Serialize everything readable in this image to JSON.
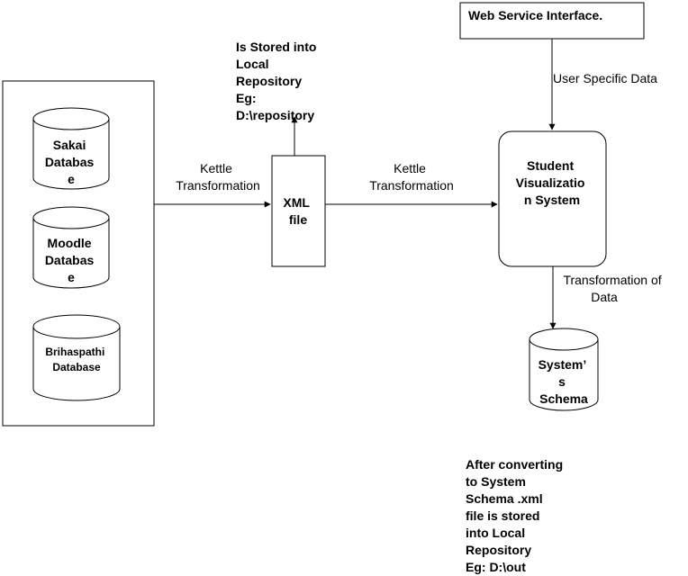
{
  "nodes": {
    "sakai_db": [
      "Sakai",
      "Databas",
      "e"
    ],
    "moodle_db": [
      "Moodle",
      "Databas",
      "e"
    ],
    "brihaspathi_db": [
      "Brihaspathi",
      "Database"
    ],
    "xml_file": [
      "XML",
      "file"
    ],
    "web_service": [
      "Web Service Interface."
    ],
    "student_vis": [
      "Student",
      "Visualizatio",
      "n System"
    ],
    "system_schema": [
      "System’",
      "s",
      "Schema"
    ]
  },
  "edges": {
    "kettle_left": [
      "Kettle",
      "Transformation"
    ],
    "kettle_right": [
      "Kettle",
      "Transformation"
    ],
    "user_specific": [
      "User Specific Data"
    ],
    "transform_data": [
      "Transformation of",
      "Data"
    ]
  },
  "notes": {
    "stored_local": [
      "Is Stored into",
      "Local",
      "Repository",
      "Eg:",
      "D:\\repository"
    ],
    "after_convert": [
      "After converting",
      "to System",
      "Schema .xml",
      "file  is stored",
      "into Local",
      "Repository",
      "Eg:  D:\\out"
    ]
  }
}
